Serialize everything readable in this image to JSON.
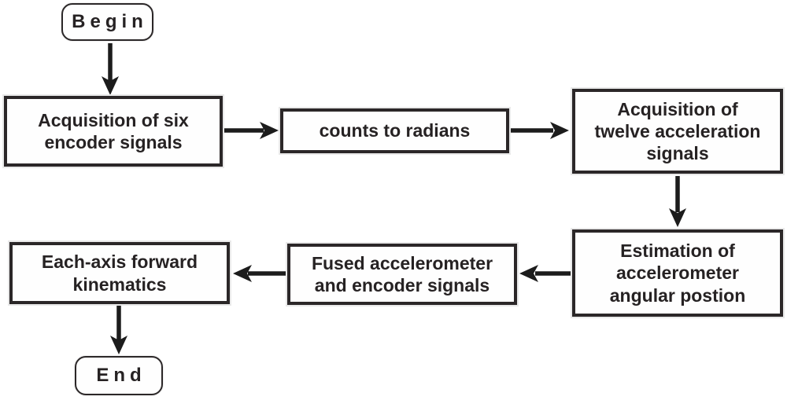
{
  "figure": {
    "type": "flowchart",
    "nodes": {
      "begin": {
        "label": "Begin",
        "shape": "rounded-terminal"
      },
      "acquire_encoders": {
        "label": "Acquisition of six\nencoder signals",
        "shape": "process"
      },
      "counts_to_radians": {
        "label": "counts to radians",
        "shape": "process"
      },
      "acquire_accelerations": {
        "label": "Acquisition of\ntwelve acceleration\nsignals",
        "shape": "process"
      },
      "estimate_position": {
        "label": "Estimation of\naccelerometer\nangular postion",
        "shape": "process"
      },
      "fused_signals": {
        "label": "Fused accelerometer\nand encoder signals",
        "shape": "process"
      },
      "forward_kinematics": {
        "label": "Each-axis forward\nkinematics",
        "shape": "process"
      },
      "end": {
        "label": "End",
        "shape": "rounded-terminal"
      }
    },
    "edges": [
      {
        "from": "begin",
        "to": "acquire_encoders",
        "direction": "down"
      },
      {
        "from": "acquire_encoders",
        "to": "counts_to_radians",
        "direction": "right"
      },
      {
        "from": "counts_to_radians",
        "to": "acquire_accelerations",
        "direction": "right"
      },
      {
        "from": "acquire_accelerations",
        "to": "estimate_position",
        "direction": "down"
      },
      {
        "from": "estimate_position",
        "to": "fused_signals",
        "direction": "left"
      },
      {
        "from": "fused_signals",
        "to": "forward_kinematics",
        "direction": "left"
      },
      {
        "from": "forward_kinematics",
        "to": "end",
        "direction": "down"
      }
    ],
    "colors": {
      "background": "#ffffff",
      "node_fill": "#fefefe",
      "node_border": "#2b2728",
      "text": "#262223",
      "arrow": "#1c1c1c"
    }
  }
}
